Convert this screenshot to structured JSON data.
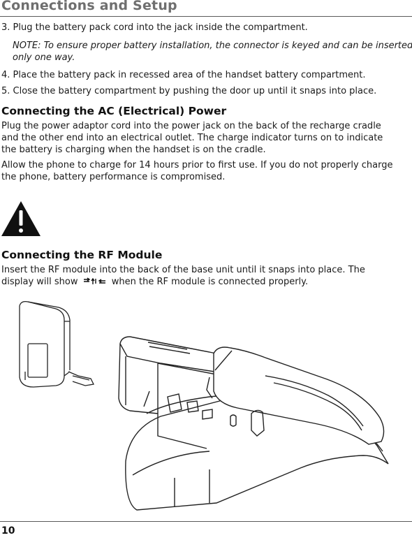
{
  "header": {
    "title": "Connections and Setup"
  },
  "steps": {
    "step3": "3. Plug the battery pack cord into the jack inside  the compartment.",
    "note_line1": "NOTE: To ensure proper battery installation, the connector is keyed and can be inserted",
    "note_line2": "only one way.",
    "step4": "4. Place the battery pack in recessed area of the handset battery compartment.",
    "step5": "5. Close the battery compartment by pushing the door up until it snaps into place."
  },
  "ac_section": {
    "heading": "Connecting the AC (Electrical) Power",
    "para1_line1": "Plug the power adaptor cord into the power jack on the back of the recharge cradle",
    "para1_line2": "and the other end into an electrical outlet. The charge indicator turns on to indicate",
    "para1_line3": "the battery is charging when the handset is on the cradle.",
    "para2_line1": "Allow the phone to charge for 14 hours prior to first use. If you do not properly charge",
    "para2_line2": "the phone, battery performance is compromised."
  },
  "rf_section": {
    "heading": "Connecting the RF Module",
    "line1": "Insert the RF module into the back of the base unit until it snaps into place. The",
    "line2_before": "display will show ",
    "line2_after": " when the RF module is connected properly."
  },
  "footer": {
    "page_number": "10"
  }
}
